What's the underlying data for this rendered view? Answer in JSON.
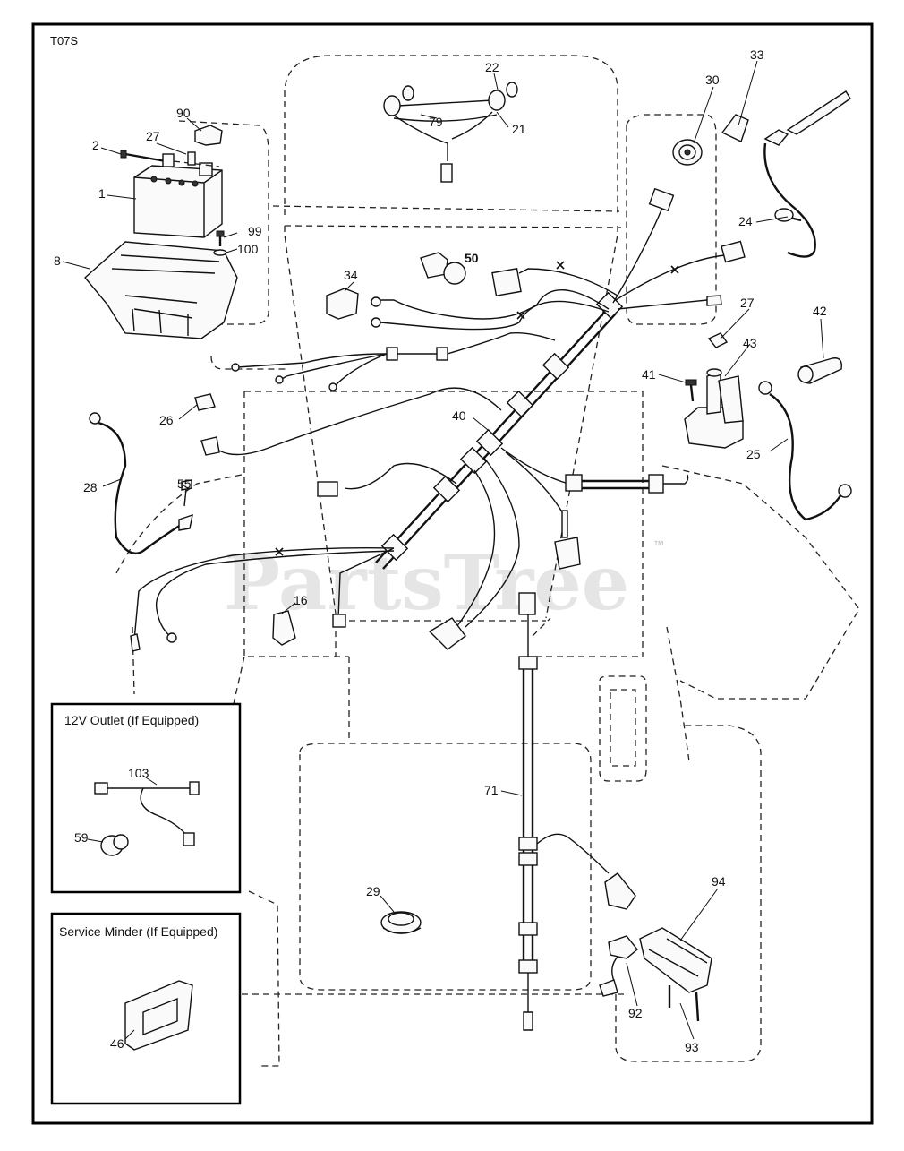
{
  "diagram": {
    "code": "T07S",
    "watermark": "PartsTree",
    "watermark_tm": "™",
    "inset_12v_title": "12V Outlet (If Equipped)",
    "inset_service_title": "Service Minder (If Equipped)",
    "callouts": [
      "90",
      "2",
      "27",
      "1",
      "99",
      "100",
      "8",
      "22",
      "79",
      "21",
      "30",
      "33",
      "24",
      "34",
      "50",
      "27",
      "42",
      "43",
      "41",
      "26",
      "40",
      "25",
      "28",
      "55",
      "16",
      "103",
      "59",
      "71",
      "29",
      "94",
      "92",
      "93",
      "46"
    ]
  }
}
